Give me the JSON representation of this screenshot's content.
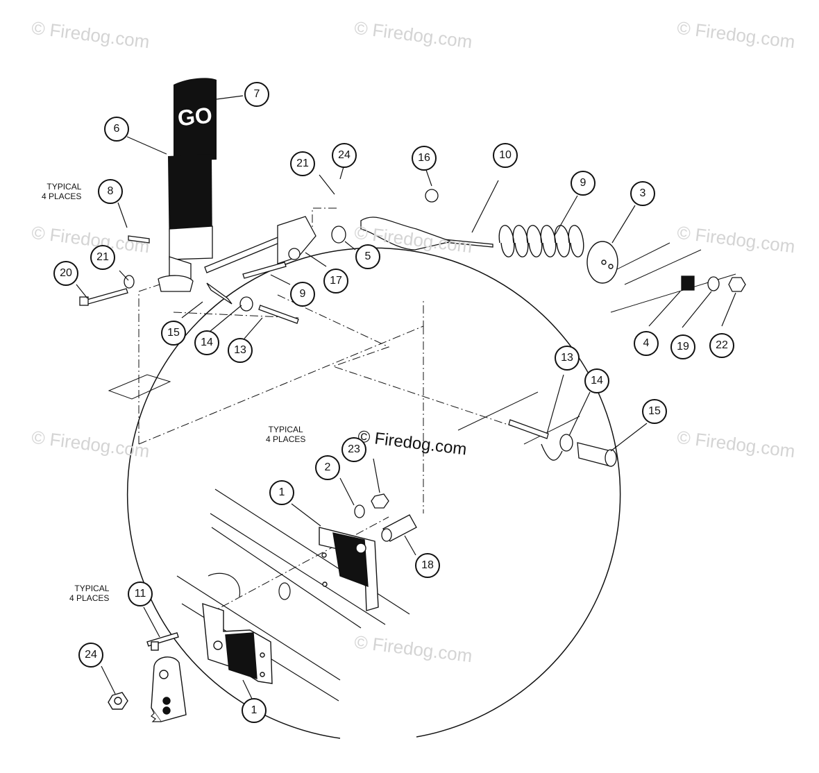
{
  "diagram": {
    "pedal_label": "GO",
    "watermarks": [
      "© Firedog.com",
      "© Firedog.com",
      "© Firedog.com",
      "© Firedog.com",
      "© Firedog.com",
      "© Firedog.com",
      "© Firedog.com",
      "© Firedog.com",
      "© Firedog.com"
    ],
    "center_watermark": "© Firedog.com",
    "notes": {
      "typical_a": [
        "TYPICAL",
        "4 PLACES"
      ],
      "typical_b": [
        "TYPICAL",
        "4 PLACES"
      ],
      "typical_c": [
        "TYPICAL",
        "4 PLACES"
      ]
    },
    "callouts": [
      "7",
      "6",
      "8",
      "21",
      "24",
      "16",
      "10",
      "9",
      "3",
      "20",
      "21",
      "17",
      "5",
      "9",
      "15",
      "14",
      "13",
      "4",
      "19",
      "22",
      "13",
      "14",
      "15",
      "2",
      "23",
      "1",
      "18",
      "11",
      "24",
      "1"
    ]
  }
}
